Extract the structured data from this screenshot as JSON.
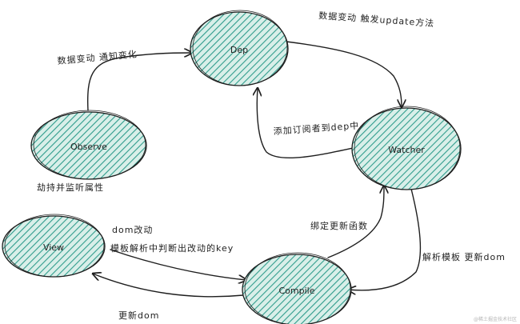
{
  "colors": {
    "node_fill": "#d9efe9",
    "hatch": "#2f9c8c",
    "stroke": "#1e1e1e",
    "text": "#222222"
  },
  "nodes": {
    "dep": "Dep",
    "observe": "Observe",
    "watcher": "Watcher",
    "view": "View",
    "compile": "Compile"
  },
  "edges": {
    "observe_to_dep": "数据变动 通知变化",
    "dep_to_watcher": "数据变动 触发update方法",
    "watcher_to_dep": "添加订阅者到dep中",
    "observe_caption": "劫持并监听属性",
    "compile_to_watcher": "绑定更新函数",
    "watcher_to_compile": "解析模板 更新dom",
    "view_to_compile_line1": "dom改动",
    "view_to_compile_line2": "模板解析中判断出改动的key",
    "compile_to_view": "更新dom"
  },
  "watermark": "@稀土掘金技术社区"
}
